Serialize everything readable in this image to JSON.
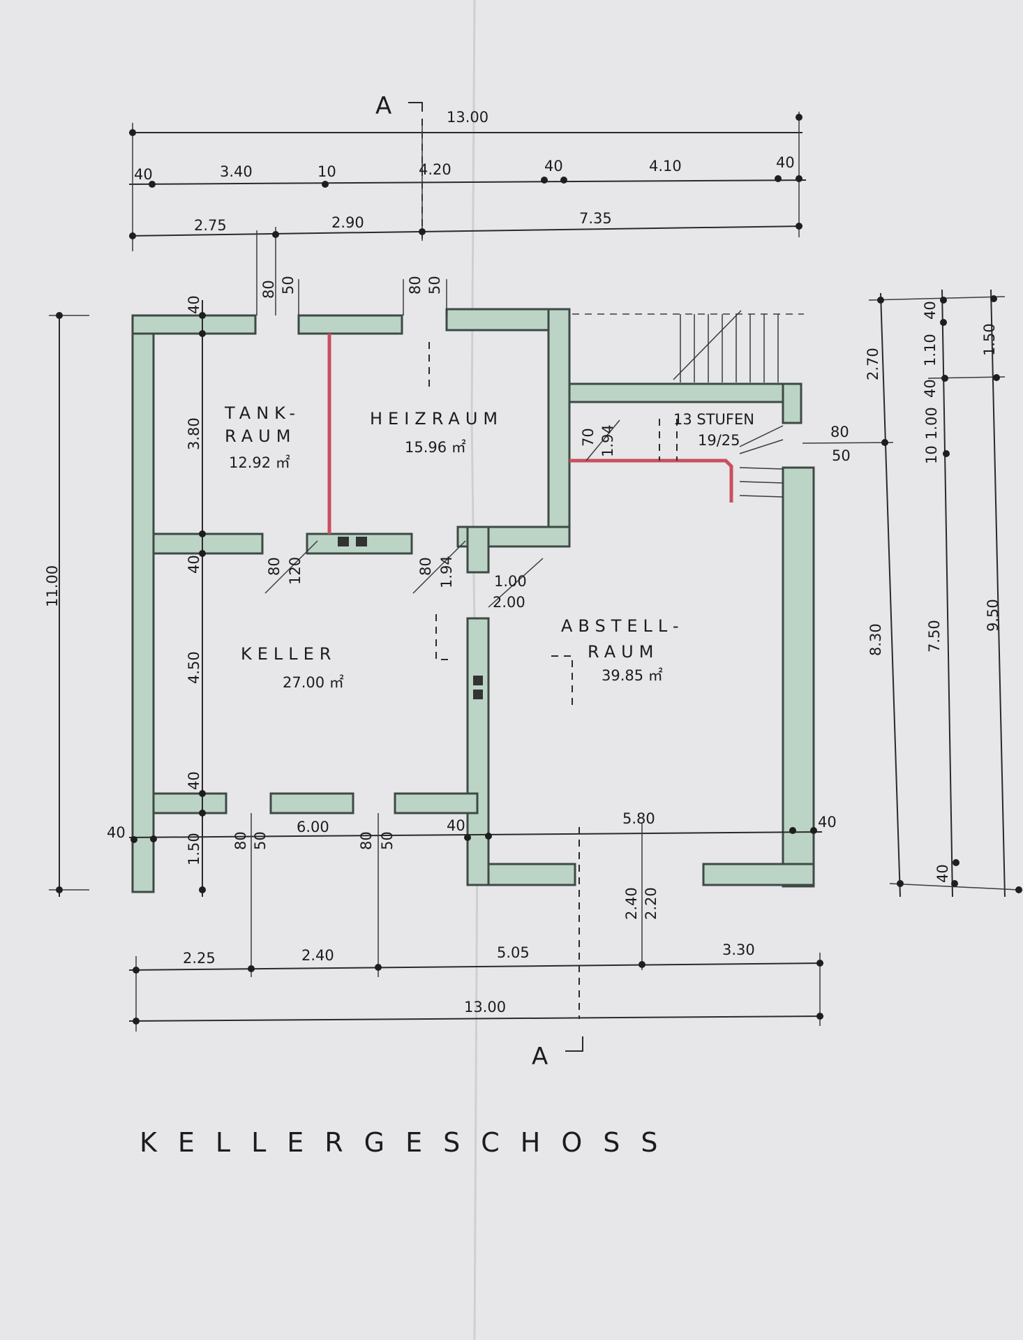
{
  "title": "KELLERGESCHOSS",
  "section_marks": {
    "top": "A",
    "bottom": "A"
  },
  "rooms": [
    {
      "name": "TANK-\nRAUM",
      "line1": "TANK-",
      "line2": "RAUM",
      "area": "12.92 ㎡"
    },
    {
      "name": "HEIZRAUM",
      "line1": "HEIZRAUM",
      "area": "15.96 ㎡"
    },
    {
      "name": "KELLER",
      "line1": "KELLER",
      "area": "27.00 ㎡"
    },
    {
      "name": "ABSTELL-RAUM",
      "line1": "ABSTELL-",
      "line2": "RAUM",
      "area": "39.85 ㎡"
    }
  ],
  "stairs": {
    "line1": "13 STUFEN",
    "line2": "19/25"
  },
  "dimensions": {
    "top_total": "13.00",
    "top_row1": [
      "40",
      "3.40",
      "10",
      "4.20",
      "40",
      "4.10",
      "40"
    ],
    "top_row2": [
      "2.75",
      "2.90",
      "7.35"
    ],
    "bottom_total": "13.00",
    "bottom_row1": [
      "2.25",
      "2.40",
      "5.05",
      "3.30"
    ],
    "bottom_row2": [
      "6.00",
      "5.80"
    ],
    "bottom_small": [
      "40",
      "40",
      "40"
    ],
    "left_total": "11.00",
    "left_inner": [
      "40",
      "3.80",
      "40",
      "4.50",
      "40",
      "1.50"
    ],
    "right_col1": [
      "2.70",
      "8.30"
    ],
    "right_col2": [
      "40",
      "1.10",
      "40",
      "1.00",
      "10",
      "7.50",
      "40"
    ],
    "right_col3": [
      "1.50",
      "9.50"
    ],
    "openings": [
      "80",
      "50",
      "80",
      "50",
      "80",
      "120",
      "80",
      "1.94",
      "80",
      "50",
      "80",
      "50",
      "70",
      "1.94",
      "1.00",
      "2.00",
      "2.40",
      "2.20",
      "80",
      "50"
    ]
  },
  "colors": {
    "paper": "#e7e6e9",
    "wall_fill": "#bcd4c6",
    "wall_red": "#c8505e",
    "ink": "#1c1c1c"
  }
}
